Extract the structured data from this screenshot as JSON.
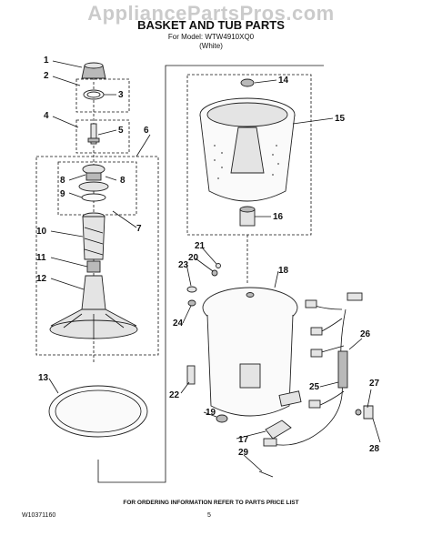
{
  "watermark": "AppliancePartsPros.com",
  "header": {
    "title": "BASKET AND TUB PARTS",
    "model": "For Model: WTW4910XQ0",
    "variant": "(White)"
  },
  "callouts": [
    "1",
    "2",
    "3",
    "4",
    "5",
    "6",
    "7",
    "8",
    "8",
    "9",
    "10",
    "11",
    "12",
    "13",
    "14",
    "15",
    "16",
    "17",
    "18",
    "19",
    "20",
    "21",
    "22",
    "23",
    "24",
    "25",
    "26",
    "27",
    "28",
    "29"
  ],
  "footer": {
    "note": "FOR ORDERING INFORMATION REFER TO PARTS PRICE LIST",
    "doc_number": "W10371160",
    "page_number": "5"
  }
}
